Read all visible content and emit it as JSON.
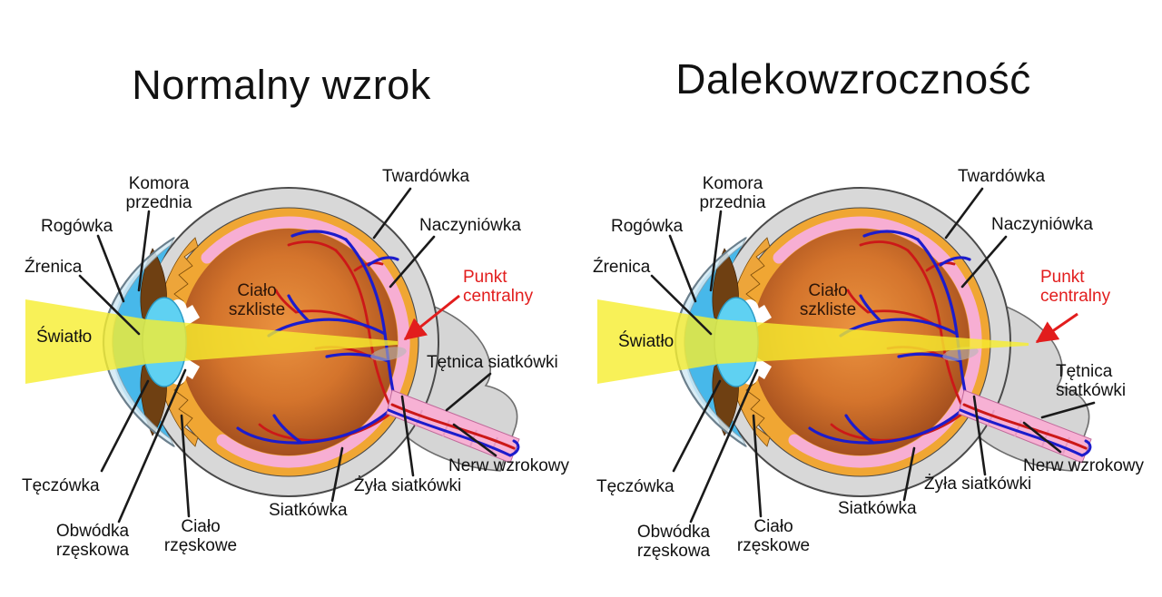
{
  "panels": [
    {
      "id": "normal-vision",
      "title": "Normalny wzrok",
      "labels": {
        "komora_przednia": "Komora\nprzednia",
        "rogowka": "Rogówka",
        "zrenica": "Źrenica",
        "swiatlo": "Światło",
        "cialo_szkliste": "Ciało\nszkliste",
        "twardowka": "Twardówka",
        "naczyniowka": "Naczyniówka",
        "punkt_centralny": "Punkt\ncentralny",
        "tetnica_siatkowki": "Tętnica siatkówki",
        "nerw_wzrokowy": "Nerw wzrokowy",
        "zyla_siatkowki": "Żyła siatkówki",
        "siatkowka": "Siatkówka",
        "teczowka": "Tęczówka",
        "obwodka_rzeskowa": "Obwódka\nrzęskowa",
        "cialo_rzeskowe": "Ciało\nrzęskowe"
      }
    },
    {
      "id": "hyperopia",
      "title": "Dalekowzroczność",
      "labels": {
        "komora_przednia": "Komora\nprzednia",
        "rogowka": "Rogówka",
        "zrenica": "Źrenica",
        "swiatlo": "Światło",
        "cialo_szkliste": "Ciało\nszkliste",
        "twardowka": "Twardówka",
        "naczyniowka": "Naczyniówka",
        "punkt_centralny": "Punkt\ncentralny",
        "tetnica_siatkowki": "Tętnica\nsiatkówki",
        "nerw_wzrokowy": "Nerw wzrokowy",
        "zyla_siatkowki": "Żyła siatkówki",
        "siatkowka": "Siatkówka",
        "teczowka": "Tęczówka",
        "obwodka_rzeskowa": "Obwódka\nrzęskowa",
        "cialo_rzeskowe": "Ciało\nrzęskowe"
      }
    }
  ],
  "colors": {
    "accent_red": "#e21d1d",
    "light_beam_yellow": "#f6ee2e",
    "sclera_gray": "#d8d8d8",
    "choroid_orange": "#f0a633",
    "retina_pink": "#f7aed3",
    "vitreous_orange": "#d4742c",
    "lens_cyan": "#5fd1f2",
    "anterior_chamber_blue": "#47b8ea",
    "iris_brown": "#6f4012",
    "vessel_red": "#cc1818",
    "vessel_blue": "#1c1ccc"
  }
}
